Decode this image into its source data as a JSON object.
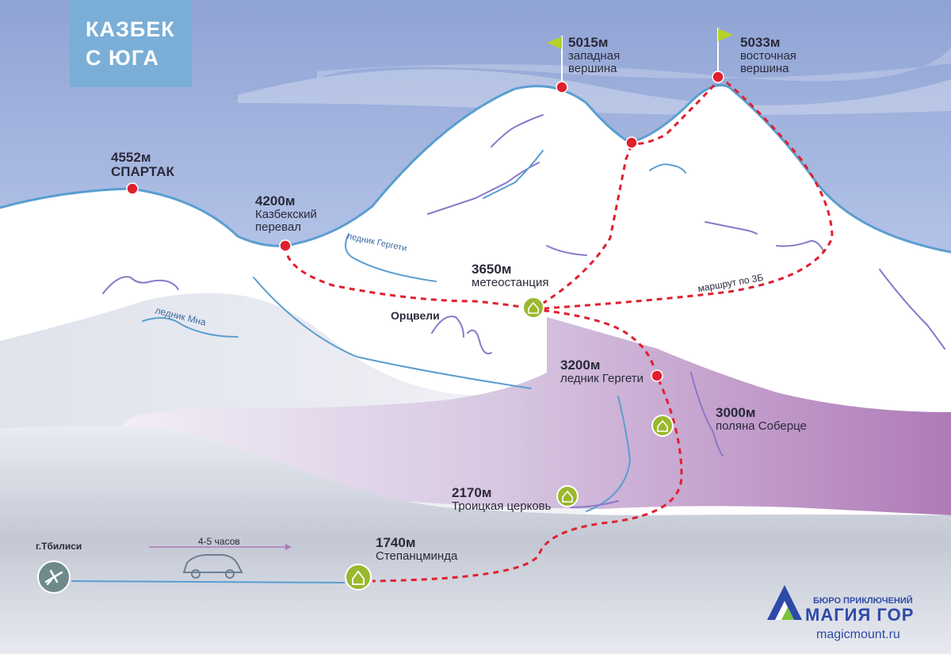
{
  "title": {
    "line1": "КАЗБЕК",
    "line2": "С ЮГА"
  },
  "points": {
    "west_summit": {
      "alt": "5015м",
      "name1": "западная",
      "name2": "вершина"
    },
    "east_summit": {
      "alt": "5033м",
      "name1": "восточная",
      "name2": "вершина"
    },
    "spartak": {
      "alt": "4552м",
      "name1": "СПАРТАК"
    },
    "pass": {
      "alt": "4200м",
      "name1": "Казбекский",
      "name2": "перевал"
    },
    "meteo": {
      "alt": "3650м",
      "name1": "метеостанция"
    },
    "ortsveli": {
      "name1": "Орцвели"
    },
    "gergeti_glacier_point": {
      "alt": "3200м",
      "name1": "ледник Гергети"
    },
    "soberce": {
      "alt": "3000м",
      "name1": "поляна Соберце"
    },
    "trinity": {
      "alt": "2170м",
      "name1": "Троицкая церковь"
    },
    "stepantsminda": {
      "alt": "1740м",
      "name1": "Степанцминда"
    },
    "tbilisi": {
      "name1": "г.Тбилиси"
    }
  },
  "labels": {
    "glacier_gergeti": "ледник Гергети",
    "glacier_mna": "ледник Мна",
    "route": "маршрут по 3Б",
    "drive_time": "4-5 часов"
  },
  "brand": {
    "tagline": "БЮРО ПРИКЛЮЧЕНИЙ",
    "name": "МАГИЯ ГОР",
    "url": "magicmount.ru"
  },
  "colors": {
    "route": "#e0202e",
    "point": "#e0202e",
    "hut": "#9ab82e",
    "ridge": "#5a9ed0",
    "purple": "#b07ab8",
    "brand": "#2e4aa8"
  }
}
